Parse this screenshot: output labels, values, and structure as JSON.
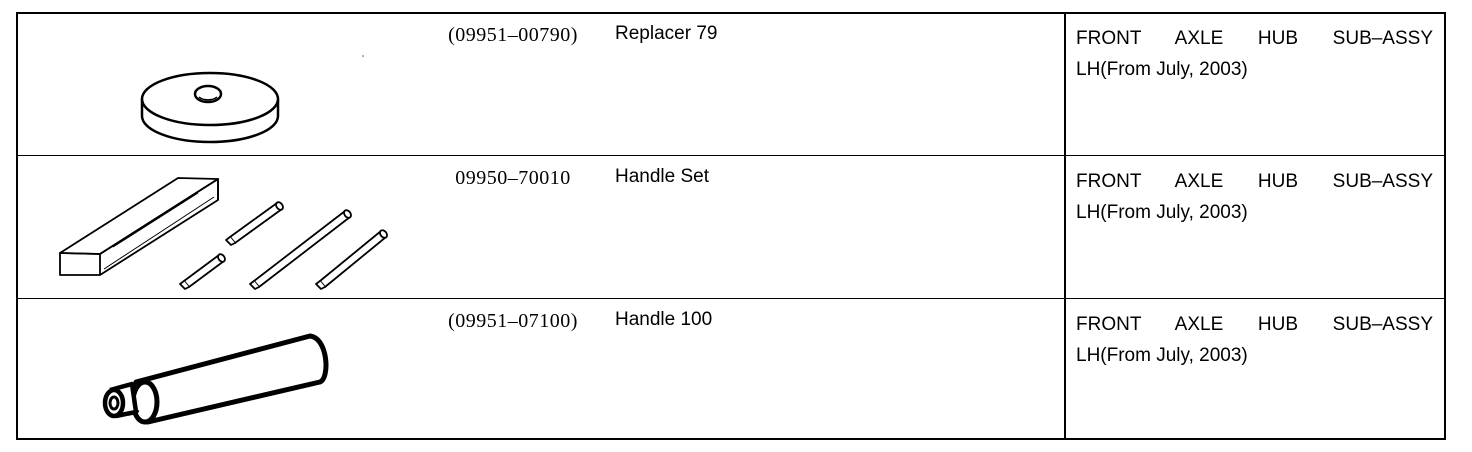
{
  "rows": [
    {
      "icon": "replacer-disc-icon",
      "part_number": "(09951–00790)",
      "name": "Replacer 79",
      "application_line1": "FRONT AXLE HUB SUB–ASSY",
      "application_line2": "LH(From July, 2003)"
    },
    {
      "icon": "handle-set-icon",
      "part_number": "09950–70010",
      "name": "Handle Set",
      "application_line1": "FRONT AXLE HUB SUB–ASSY",
      "application_line2": "LH(From July, 2003)"
    },
    {
      "icon": "handle-rod-icon",
      "part_number": "(09951–07100)",
      "name": "Handle 100",
      "application_line1": "FRONT AXLE HUB SUB–ASSY",
      "application_line2": "LH(From July, 2003)"
    }
  ]
}
